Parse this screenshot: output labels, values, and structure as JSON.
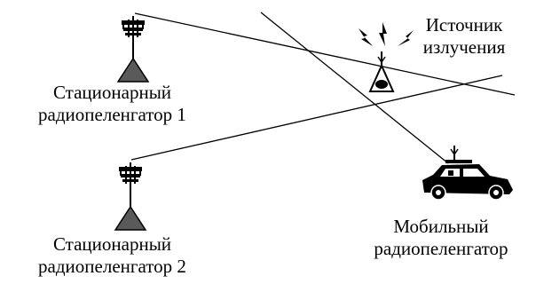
{
  "labels": {
    "station1": {
      "line1": "Стационарный",
      "line2": "радиопеленгатор 1"
    },
    "station2": {
      "line1": "Стационарный",
      "line2": "радиопеленгатор 2"
    },
    "source": {
      "line1": "Источник",
      "line2": "излучения"
    },
    "mobile": {
      "line1": "Мобильный",
      "line2": "радиопеленгатор"
    }
  },
  "icons": {
    "station": "antenna-tower-icon",
    "source": "radiation-source-icon",
    "mobile": "car-with-antenna-icon",
    "emission": "lightning-bolt-icon"
  },
  "colors": {
    "stroke": "#000000",
    "fill_dark": "#5a5a5a",
    "background": "#ffffff"
  }
}
